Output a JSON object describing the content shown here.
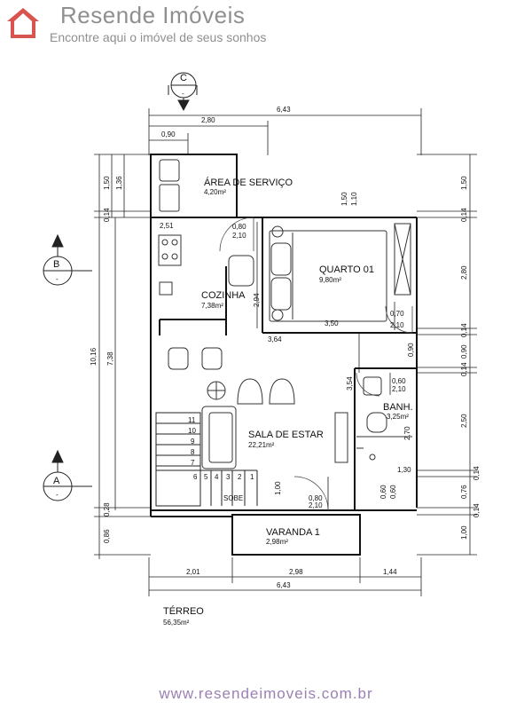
{
  "logo": {
    "brand": "Resende Imóveis",
    "tagline": "Encontre aqui o imóvel de seus sonhos",
    "color": "#8f8f8f",
    "mark_color": "#d9534f"
  },
  "footer": {
    "url": "www.resendeimoveis.com.br",
    "color": "#9b80b4"
  },
  "sections": {
    "c": "C",
    "b": "B",
    "a": "A",
    "dash": "-"
  },
  "floor": {
    "name": "TÉRREO",
    "area": "56,35m²"
  },
  "rooms": {
    "servico": {
      "name": "ÁREA DE SERVIÇO",
      "area": "4,20m²"
    },
    "cozinha": {
      "name": "COZINHA",
      "area": "7,38m²"
    },
    "quarto": {
      "name": "QUARTO 01",
      "area": "9,80m²"
    },
    "banheiro": {
      "name": "BANH.",
      "area": "3,25m²"
    },
    "sala": {
      "name": "SALA DE ESTAR",
      "area": "22,21m²"
    },
    "varanda": {
      "name": "VARANDA 1",
      "area": "2,98m²"
    }
  },
  "stairs": {
    "steps": [
      "11",
      "10",
      "9",
      "8",
      "7",
      "6",
      "5",
      "4",
      "3",
      "2",
      "1"
    ],
    "label": "SOBE"
  },
  "dims": {
    "top_total": "6,43",
    "top_280": "2,80",
    "top_090": "0,90",
    "left_150": "1,50",
    "left_136": "1,36",
    "left_014": "0,14",
    "left_1016": "10,16",
    "left_738": "7,38",
    "left_028": "0,28",
    "left_086": "0,86",
    "right_150": "1,50",
    "right_014a": "0,14",
    "right_280": "2,80",
    "right_014b": "0,14",
    "right_090": "0,90",
    "right_014c": "0,14",
    "right_250": "2,50",
    "right_014d": "0,14",
    "right_076": "0,76",
    "right_014e": "0,14",
    "right_100": "1,00",
    "bottom_201": "2,01",
    "bottom_298": "2,98",
    "bottom_144": "1,44",
    "bottom_total": "6,43",
    "kitchen_251": "2,51",
    "door_080": "0,80",
    "door_210": "2,10",
    "window_150": "1,50",
    "window_110": "1,10",
    "wall_294": "2,94",
    "wall_364": "3,64",
    "wall_350": "3,50",
    "door_070": "0,70",
    "door_210b": "2,10",
    "wall_090": "0,90",
    "wall_354": "3,54",
    "door_060": "0,60",
    "door_210c": "2,10",
    "wall_270": "2,70",
    "wall_130": "1,30",
    "door_080b": "0,80",
    "door_210d": "2,10",
    "sala_100": "1,00",
    "bath_060a": "0,60",
    "bath_060b": "0,60"
  }
}
